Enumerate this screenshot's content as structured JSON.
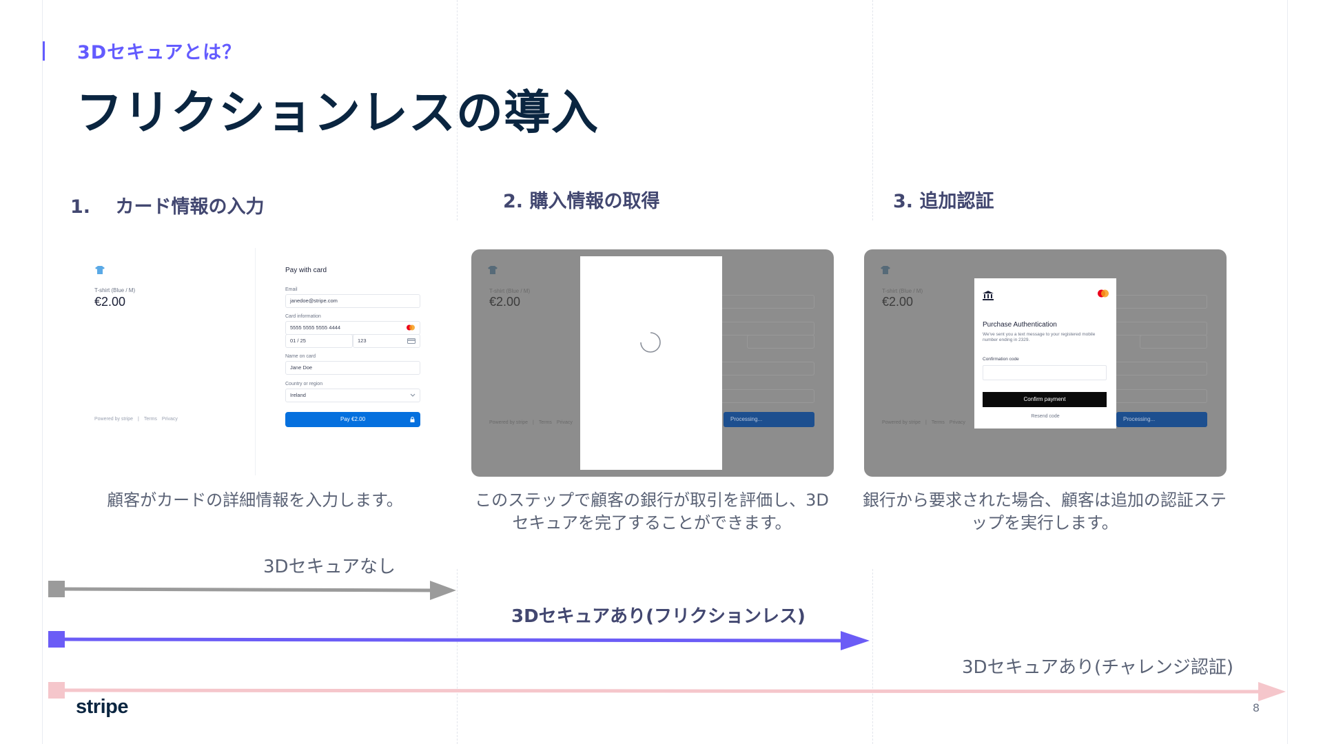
{
  "header": {
    "eyebrow": "3Dセキュアとは？",
    "title": "フリクションレスの導入"
  },
  "steps": [
    {
      "label": "1.　 カード情報の入力",
      "description_lines": [
        "顧客がカードの詳細情報を入力します。"
      ]
    },
    {
      "label": "2. 購入情報の取得",
      "description_lines": [
        "このステップで顧客の銀行が取引を評価し、3D",
        "セキュアを完了することができます。"
      ]
    },
    {
      "label": "3. 追加認証",
      "description_lines": [
        "銀行から要求された場合、顧客は追加の認証ステ",
        "ップを実行します。"
      ]
    }
  ],
  "checkout": {
    "product": "T-shirt (Blue / M)",
    "price": "€2.00",
    "heading": "Pay with card",
    "email_label": "Email",
    "email_value": "janedoe@stripe.com",
    "card_label": "Card information",
    "card_number": "5555 5555 5555 4444",
    "card_expiry": "01 / 25",
    "card_cvc": "123",
    "name_label": "Name on card",
    "name_value": "Jane Doe",
    "country_label": "Country or region",
    "country_value": "Ireland",
    "pay_button": "Pay €2.00",
    "footer": "Powered by stripe　|　Terms　Privacy",
    "processing_button": "Processing..."
  },
  "auth_dialog": {
    "title": "Purchase Authentication",
    "body": "We've sent you a text message to your registered mobile number ending in 2329.",
    "code_label": "Confirmation code",
    "confirm_button": "Confirm payment",
    "resend": "Resend code"
  },
  "timeline": [
    {
      "label": "3Dセキュアなし",
      "color": "#9b9b9b",
      "ends_at_step": 1
    },
    {
      "label": "3Dセキュアあり(フリクションレス)",
      "color": "#6b5cf6",
      "ends_at_step": 2
    },
    {
      "label": "3Dセキュアあり(チャレンジ認証)",
      "color": "#f5c6cb",
      "ends_at_step": 3
    }
  ],
  "footer": {
    "logo": "stripe",
    "page_number": "8"
  }
}
